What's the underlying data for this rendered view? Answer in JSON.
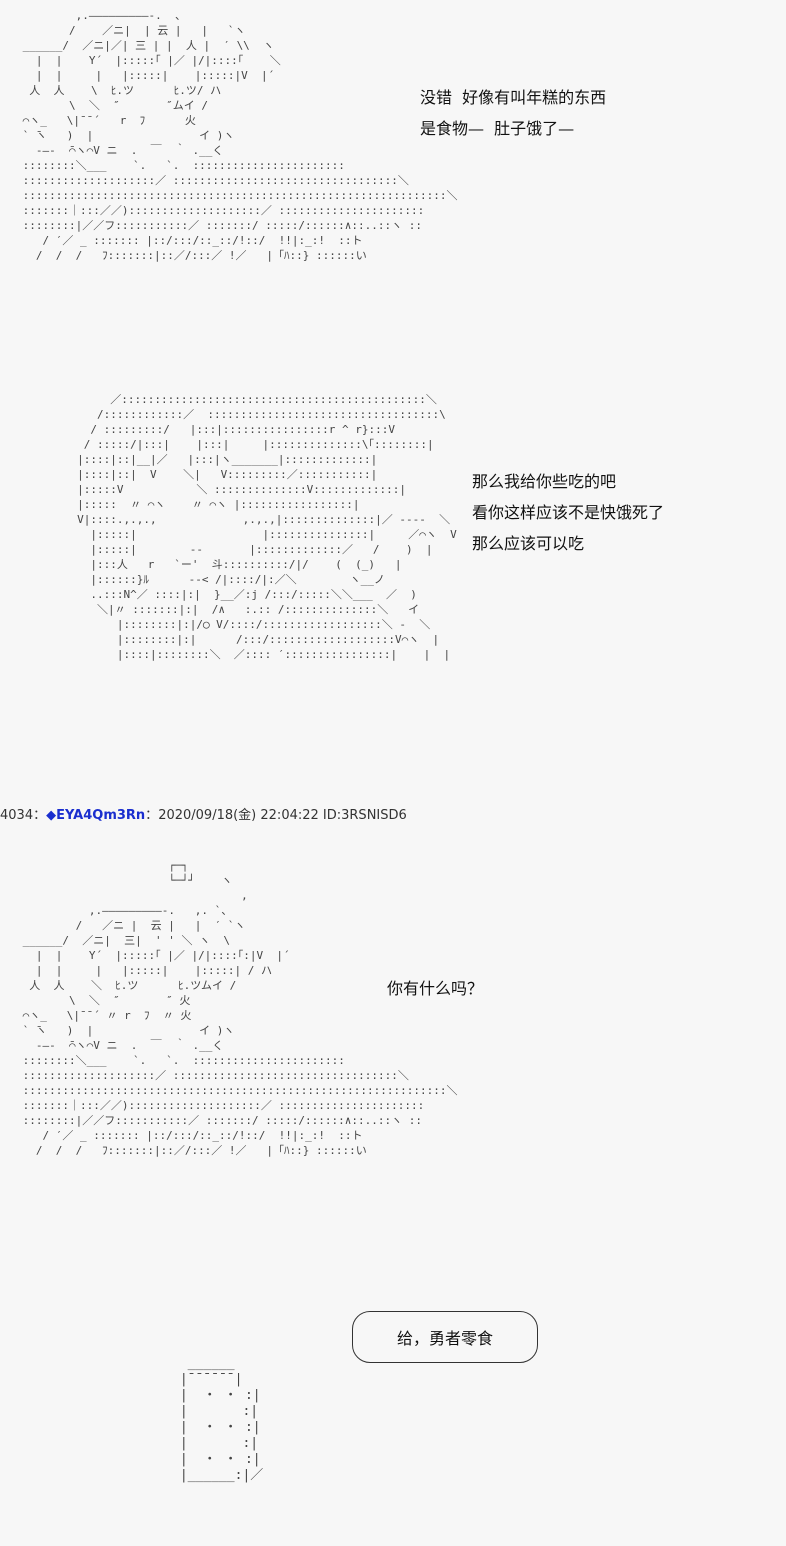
{
  "panel1": {
    "art": "         ,.—————————‐.  、\n        /    ／ニ|  | 云 |   |   `ヽ\n ______/  ／ニ|／| 三 | |  人 |  ′ \\\\  ヽ\n   |  |    Y´  |:::::｢ |／ |/|::::｢    ＼\n   |  |     |   |:::::|    |:::::|V  |´\n  人  人    \\  ﾋ.ツ      ﾋ.ツ/ ハ\n        \\  ＼  ″       ″ムイ /\n ⌒ヽ_   \\|¯¯´   r  ﾌ      火\n ` ̄ヽ   )  |                イ )ヽ\n   ‐—-  ̄⌒ヽ⌒V ニ  .  ￣  ｀ .__く\n ::::::::＼___    `.   `.  :::::::::::::::::::::::\n ::::::::::::::::::::／ ::::::::::::::::::::::::::::::::::＼\n ::::::::::::::::::::::::::::::::::::::::::::::::::::::::::::::::＼\n :::::::｜:::／／)::::::::::::::::::::／ ::::::::::::::::::::::\n ::::::::|／／フ:::::::::::／ :::::::/ :::::/::::::∧::..::ヽ ::\n    / ′／ _ ::::::: |::/:::/::_::/!::/  !!|:_:!  ::ト\n   /  /  /   ﾌ:::::::|::／/:::／ !／   |「ﾊ::} ::::::い",
    "lines": [
      "没错  好像有叫年糕的东西",
      "是食物—  肚子饿了—"
    ]
  },
  "panel2": {
    "art": "          ／::::::::::::::::::::::::::::::::::::::::::::::＼\n        /::::::::::::／  :::::::::::::::::::::::::::::::::::\\\n       / :::::::::/   |:::|::::::::::::::::r ^ r}:::V\n      / :::::/|:::|    |:::|     |::::::::::::::\\｢::::::::|\n     |::::|::|__|／   |:::|ヽ_______|:::::::::::::|\n     |::::|::|  V    ＼|   V:::::::::／:::::::::::|\n     |:::::V           ＼ ::::::::::::::V:::::::::::::|\n     |:::::  〃 ⌒ヽ    〃 ⌒ヽ |:::::::::::::::::|\n     V|::::.,.,.,             ,.,.,|::::::::::::::|／ ‐‐‐‐  ＼\n       |:::::|                   |:::::::::::::::|     ／⌒ヽ  V\n       |:::::|        ‐‐       |:::::::::::::／   /    )  |\n       |:::人   r   `ー'  斗::::::::::/|/    (  (_)   |\n       |::::::}ﾙ      ‐‐< /|::::/|:／＼        ヽ__ノ\n       ..:::N^／ ::::|:|  }__／:j /:::/:::::＼＼___  ／  )\n        ＼|〃 :::::::|:|  /∧   :.:: /::::::::::::::＼   イ\n           |::::::::|:|/◯ V/::::/::::::::::::::::::＼ ‐  ＼\n           |::::::::|:|      /:::/:::::::::::::::::::V⌒ヽ  |\n           |::::|::::::::＼  ／:::: ′::::::::::::::::|    |  |",
    "lines": [
      "那么我给你些吃的吧",
      "看你这样应该不是快饿死了",
      "那么应该可以吃"
    ]
  },
  "post": {
    "number": "4034",
    "sep1": "：",
    "trip": "◆EYA4Qm3Rn",
    "sep2": "：",
    "date": "2020/09/18(金) 22:04:22 ID:3RSNISD6"
  },
  "panel3": {
    "art": "                       ┌─┐\n                       └─┘┘    ヽ\n                                  ,\n           ,.—————————‐.   ,. `、\n         /   ／ニ |  云 |   |  ′ `ヽ\n ______/  ／ニ|  三|  ' ' ＼ ヽ  \\\n   |  |    Y´  |:::::｢ |／ |/|::::｢:|V  |´\n   |  |     |   |:::::|    |:::::| / ハ\n  人  人    ＼  ﾋ.ツ      ﾋ.ツムイ /\n        \\  ＼  ″       ″ 火\n ⌒ヽ_   \\|¯¯´ 〃 r  ﾌ  〃 火\n ` ̄ヽ   )  |                イ )ヽ\n   ‐—-  ̄⌒ヽ⌒V ニ  .  ￣  ｀ .__く\n ::::::::＼___    `.   `.  :::::::::::::::::::::::\n ::::::::::::::::::::／ ::::::::::::::::::::::::::::::::::＼\n ::::::::::::::::::::::::::::::::::::::::::::::::::::::::::::::::＼\n :::::::｜:::／／)::::::::::::::::::::／ ::::::::::::::::::::::\n ::::::::|／／フ:::::::::::／ :::::::/ :::::/::::::∧::..::ヽ ::\n    / ′／ _ ::::::: |::/:::/::_::/!::/  !!|:_:!  ::ト\n   /  /  /   ﾌ:::::::|::／/:::／ !／   |「ﾊ::} ::::::い",
    "lines": [
      "你有什么吗？"
    ]
  },
  "panel4": {
    "bubble": "给，勇者零食",
    "art": "  ______\n |¯¯¯¯¯¯|\n |  ・ ・ :|\n |       :|\n |  ・ ・ :|\n |       :|\n |  ・ ・ :|\n |______:|／"
  }
}
